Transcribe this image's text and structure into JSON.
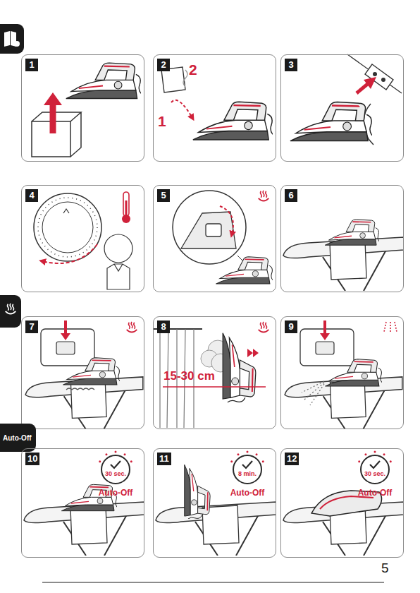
{
  "diagram": {
    "nodes": [
      {
        "text": [
          "1"
        ]
      },
      {
        "text": [
          "2"
        ]
      },
      {
        "text": [
          "3"
        ]
      },
      {
        "text": [
          "4"
        ]
      },
      {
        "text": [
          "5"
        ]
      },
      {
        "text": [
          "6"
        ]
      },
      {
        "text": [
          "7"
        ]
      },
      {
        "text": [
          "8"
        ]
      },
      {
        "text": [
          "9"
        ]
      },
      {
        "text": [
          "Auto-Off"
        ]
      },
      {
        "text": [
          "10"
        ]
      },
      {
        "text": [
          "30 sec.",
          "Auto-Off"
        ],
        "in": 10
      },
      {
        "text": [
          "11"
        ]
      },
      {
        "text": [
          "8 min.",
          "Auto-Off"
        ],
        "in": 12
      },
      {
        "text": [
          "12"
        ]
      },
      {
        "text": [
          "30 sec.",
          "Auto-Off"
        ],
        "in": 14
      }
    ],
    "labels": [
      "2",
      "1",
      "15-30 cm",
      "5"
    ]
  }
}
